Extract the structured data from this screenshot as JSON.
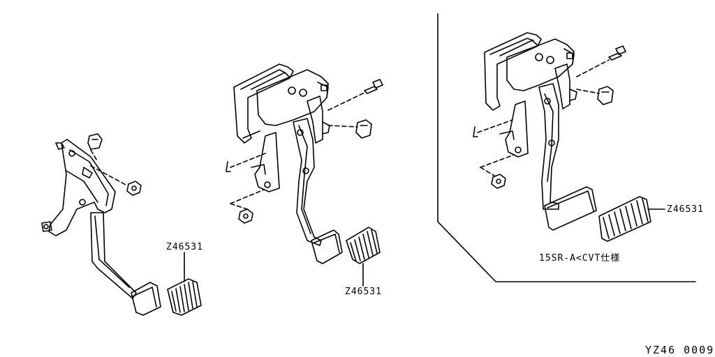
{
  "labels": {
    "left_pad_part": "Z46531",
    "middle_pad_part": "Z46531",
    "right_pad_part": "Z46531",
    "variant_note": "15SR-A<CVT仕様",
    "figure_ref": "YZ46  0009"
  }
}
